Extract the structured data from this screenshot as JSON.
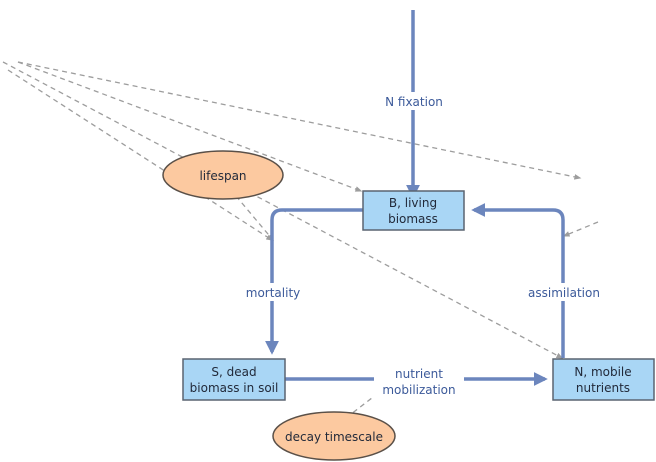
{
  "colors": {
    "stock_fill": "#a9d6f5",
    "stock_stroke": "#5a6470",
    "flow": "#6c86bd",
    "flow_label": "#3c5a9a",
    "link": "#9d9d9d",
    "aux_fill": "#fcc9a0",
    "aux_stroke": "#5a5048",
    "label_bg": "#ffffff"
  },
  "stocks": {
    "living_biomass": {
      "line1": "B, living",
      "line2": "biomass"
    },
    "dead_biomass": {
      "line1": "S, dead",
      "line2": "biomass in soil"
    },
    "mobile_nutrients": {
      "line1": "N, mobile",
      "line2": "nutrients"
    }
  },
  "flows": {
    "n_fixation": {
      "label": "N fixation"
    },
    "mortality": {
      "label": "mortality"
    },
    "assimilation": {
      "label": "assimilation"
    },
    "nutrient_mobilization": {
      "line1": "nutrient",
      "line2": "mobilization"
    }
  },
  "auxiliaries": {
    "lifespan": {
      "label": "lifespan"
    },
    "decay_timescale": {
      "label": "decay timescale"
    }
  }
}
